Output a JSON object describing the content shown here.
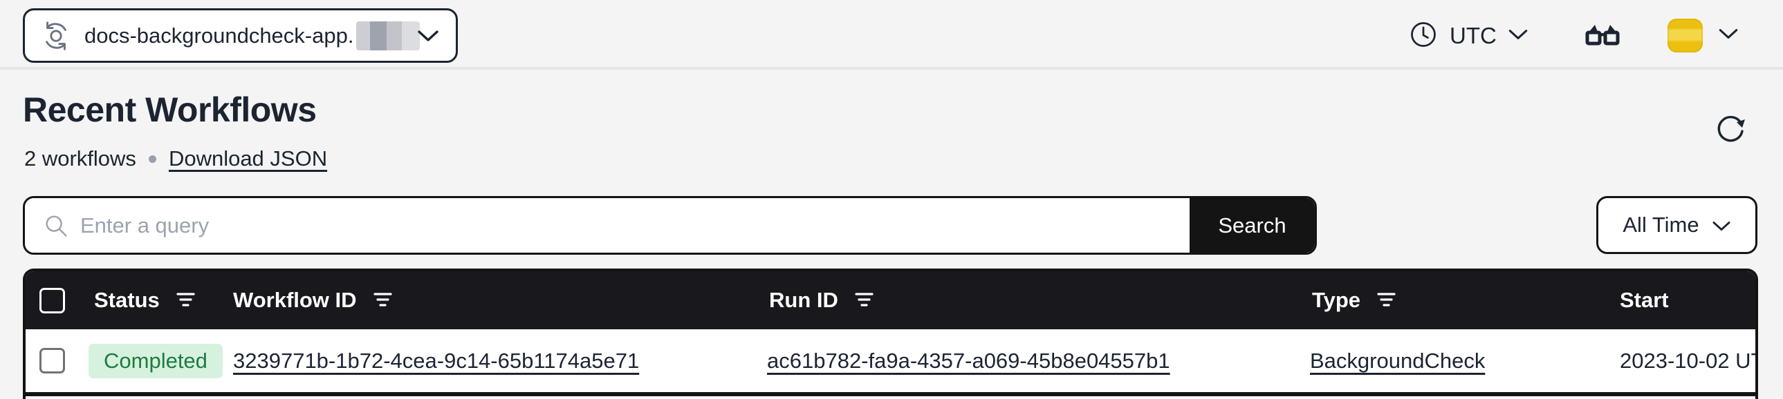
{
  "topbar": {
    "namespace": {
      "label": "docs-backgroundcheck-app.",
      "redacted_suffix": true
    },
    "timezone": {
      "label": "UTC"
    }
  },
  "header": {
    "title": "Recent Workflows",
    "count_label": "2 workflows",
    "download_link": "Download JSON"
  },
  "search": {
    "placeholder": "Enter a query",
    "button_label": "Search",
    "time_filter": "All Time"
  },
  "table": {
    "columns": [
      {
        "label": "Status",
        "filterable": true
      },
      {
        "label": "Workflow ID",
        "filterable": true
      },
      {
        "label": "Run ID",
        "filterable": true
      },
      {
        "label": "Type",
        "filterable": true
      },
      {
        "label": "Start",
        "filterable": false
      }
    ],
    "rows": [
      {
        "status": "Completed",
        "workflow_id": "3239771b-1b72-4cea-9c14-65b1174a5e71",
        "run_id": "ac61b782-fa9a-4357-a069-45b8e04557b1",
        "type": "BackgroundCheck",
        "start": "2023-10-02 UT"
      }
    ]
  },
  "icons": {
    "namespace": "sync-icon",
    "timezone": "clock-icon",
    "labs": "glasses-icon",
    "refresh": "refresh-icon",
    "search": "magnifier-icon",
    "column_filter": "filter-lines-icon",
    "expand": "chevron-down-icon"
  },
  "colors": {
    "page_bg": "#f4f4f4",
    "dark": "#141414",
    "table_header_bg": "#19191d",
    "text": "#1c2432",
    "badge_bg": "#d7f1df",
    "badge_text": "#1d7c40",
    "avatar_gold": "#ecc011",
    "placeholder": "#9ca3af"
  }
}
